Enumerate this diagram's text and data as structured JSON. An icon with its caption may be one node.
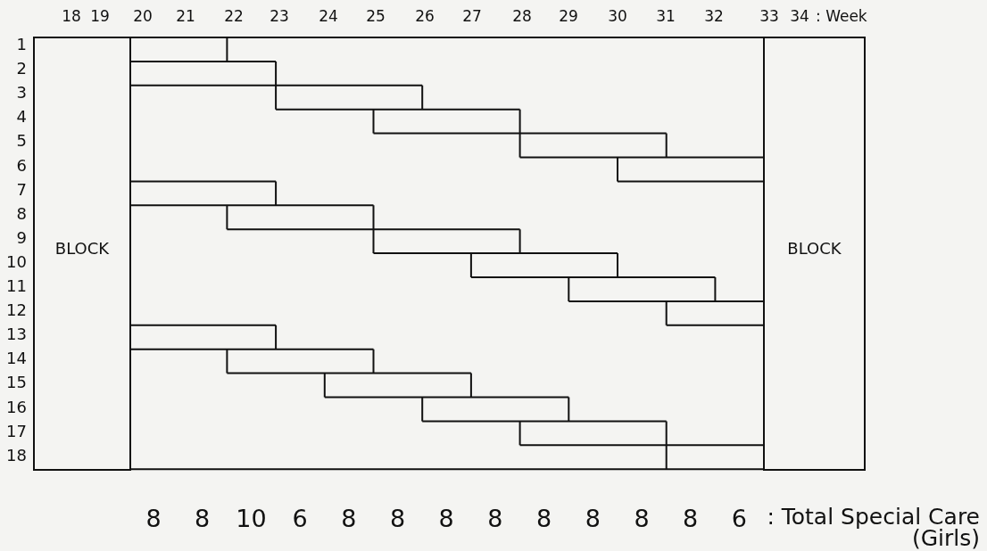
{
  "diagram": {
    "nodes": [
      {
        "text": [
          "BLOCK"
        ]
      },
      {
        "text": [
          "BLOCK"
        ]
      }
    ],
    "labels": [
      "18",
      "19",
      "20",
      "21",
      "22",
      "23",
      "24",
      "25",
      "26",
      "27",
      "28",
      "29",
      "30",
      "31",
      "32",
      "33",
      "34",
      ": Week",
      "1",
      "2",
      "3",
      "4",
      "5",
      "6",
      "7",
      "8",
      "9",
      "10",
      "11",
      "12",
      "13",
      "14",
      "15",
      "16",
      "17",
      "18",
      "8",
      "8",
      "10",
      "6",
      "8",
      "8",
      "8",
      "8",
      "8",
      "8",
      "8",
      "8",
      "6",
      ": Total Special Care (Girls)"
    ]
  }
}
